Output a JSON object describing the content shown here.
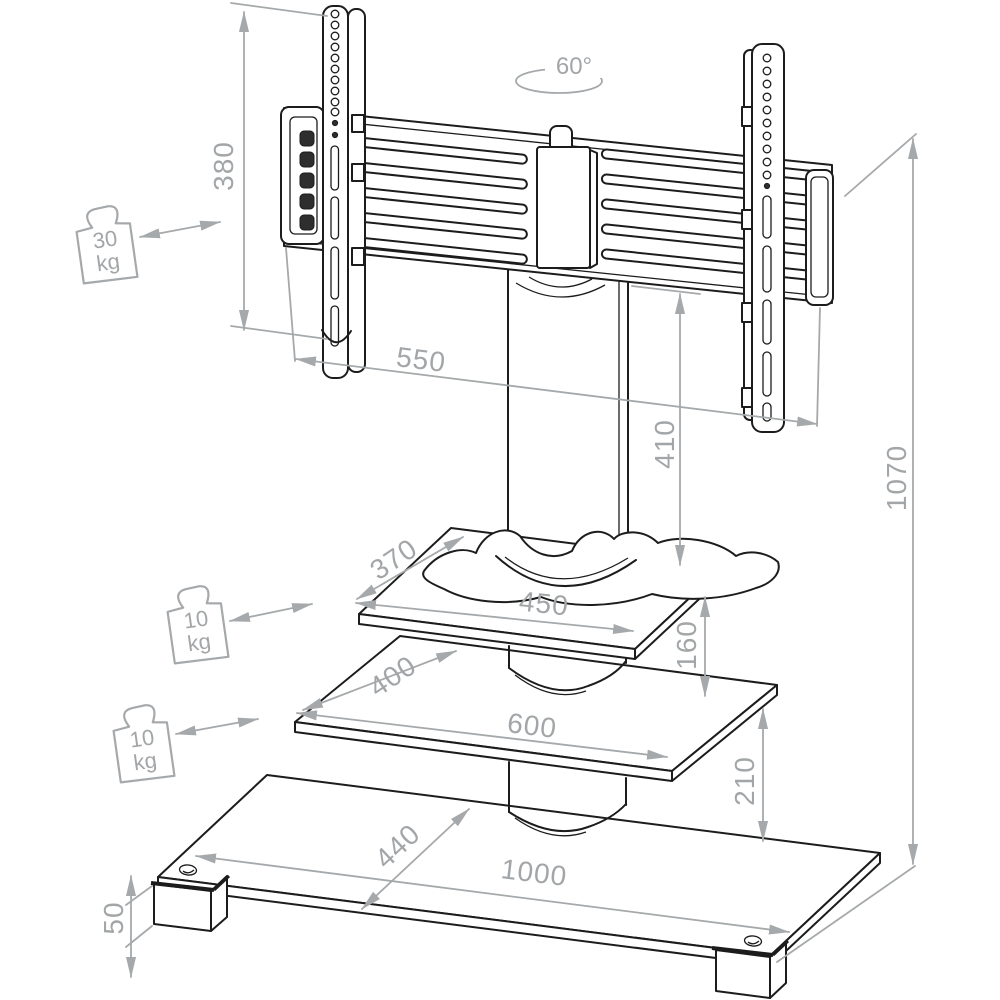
{
  "swivel": {
    "label": "60°"
  },
  "dimensions": {
    "bracket_height": "380",
    "rail_width": "550",
    "column_height": "410",
    "total_height": "1070",
    "top_shelf_depth": "370",
    "top_shelf_width": "450",
    "upper_gap": "160",
    "middle_shelf_depth": "400",
    "middle_shelf_width": "600",
    "lower_gap": "210",
    "base_depth": "440",
    "base_width": "1000",
    "foot_height": "50"
  },
  "load_ratings": {
    "mount": {
      "value": "30",
      "unit": "kg"
    },
    "upper_shelf": {
      "value": "10",
      "unit": "kg"
    },
    "lower_shelf": {
      "value": "10",
      "unit": "kg"
    }
  },
  "colors": {
    "outline": "#1c1c1c",
    "dimension": "#a6a9ab",
    "background": "#ffffff"
  }
}
